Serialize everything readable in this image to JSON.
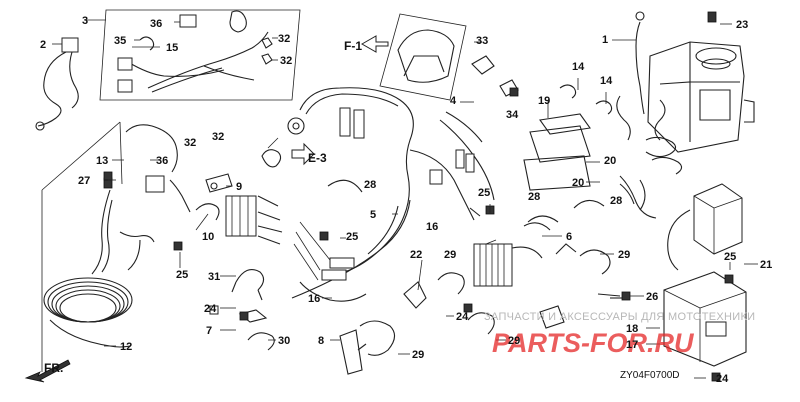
{
  "diagram": {
    "code": "ZY04F0700D",
    "refs": {
      "f1": "F-1",
      "e3": "E-3",
      "fr": "FR."
    },
    "watermark": {
      "line1": "ЗАПЧАСТИ И АКСЕССУАРЫ ДЛЯ МОТОТЕХНИКИ",
      "line2": "PARTS-FOR.RU"
    },
    "labels": [
      "3",
      "36",
      "2",
      "35",
      "15",
      "32",
      "32",
      "33",
      "1",
      "23",
      "4",
      "19",
      "14",
      "14",
      "34",
      "32",
      "32",
      "13",
      "36",
      "27",
      "9",
      "25",
      "10",
      "28",
      "5",
      "16",
      "25",
      "25",
      "28",
      "20",
      "20",
      "28",
      "6",
      "22",
      "29",
      "29",
      "25",
      "31",
      "16",
      "24",
      "26",
      "21",
      "24",
      "7",
      "30",
      "12",
      "8",
      "29",
      "29",
      "18",
      "17",
      "24"
    ]
  }
}
